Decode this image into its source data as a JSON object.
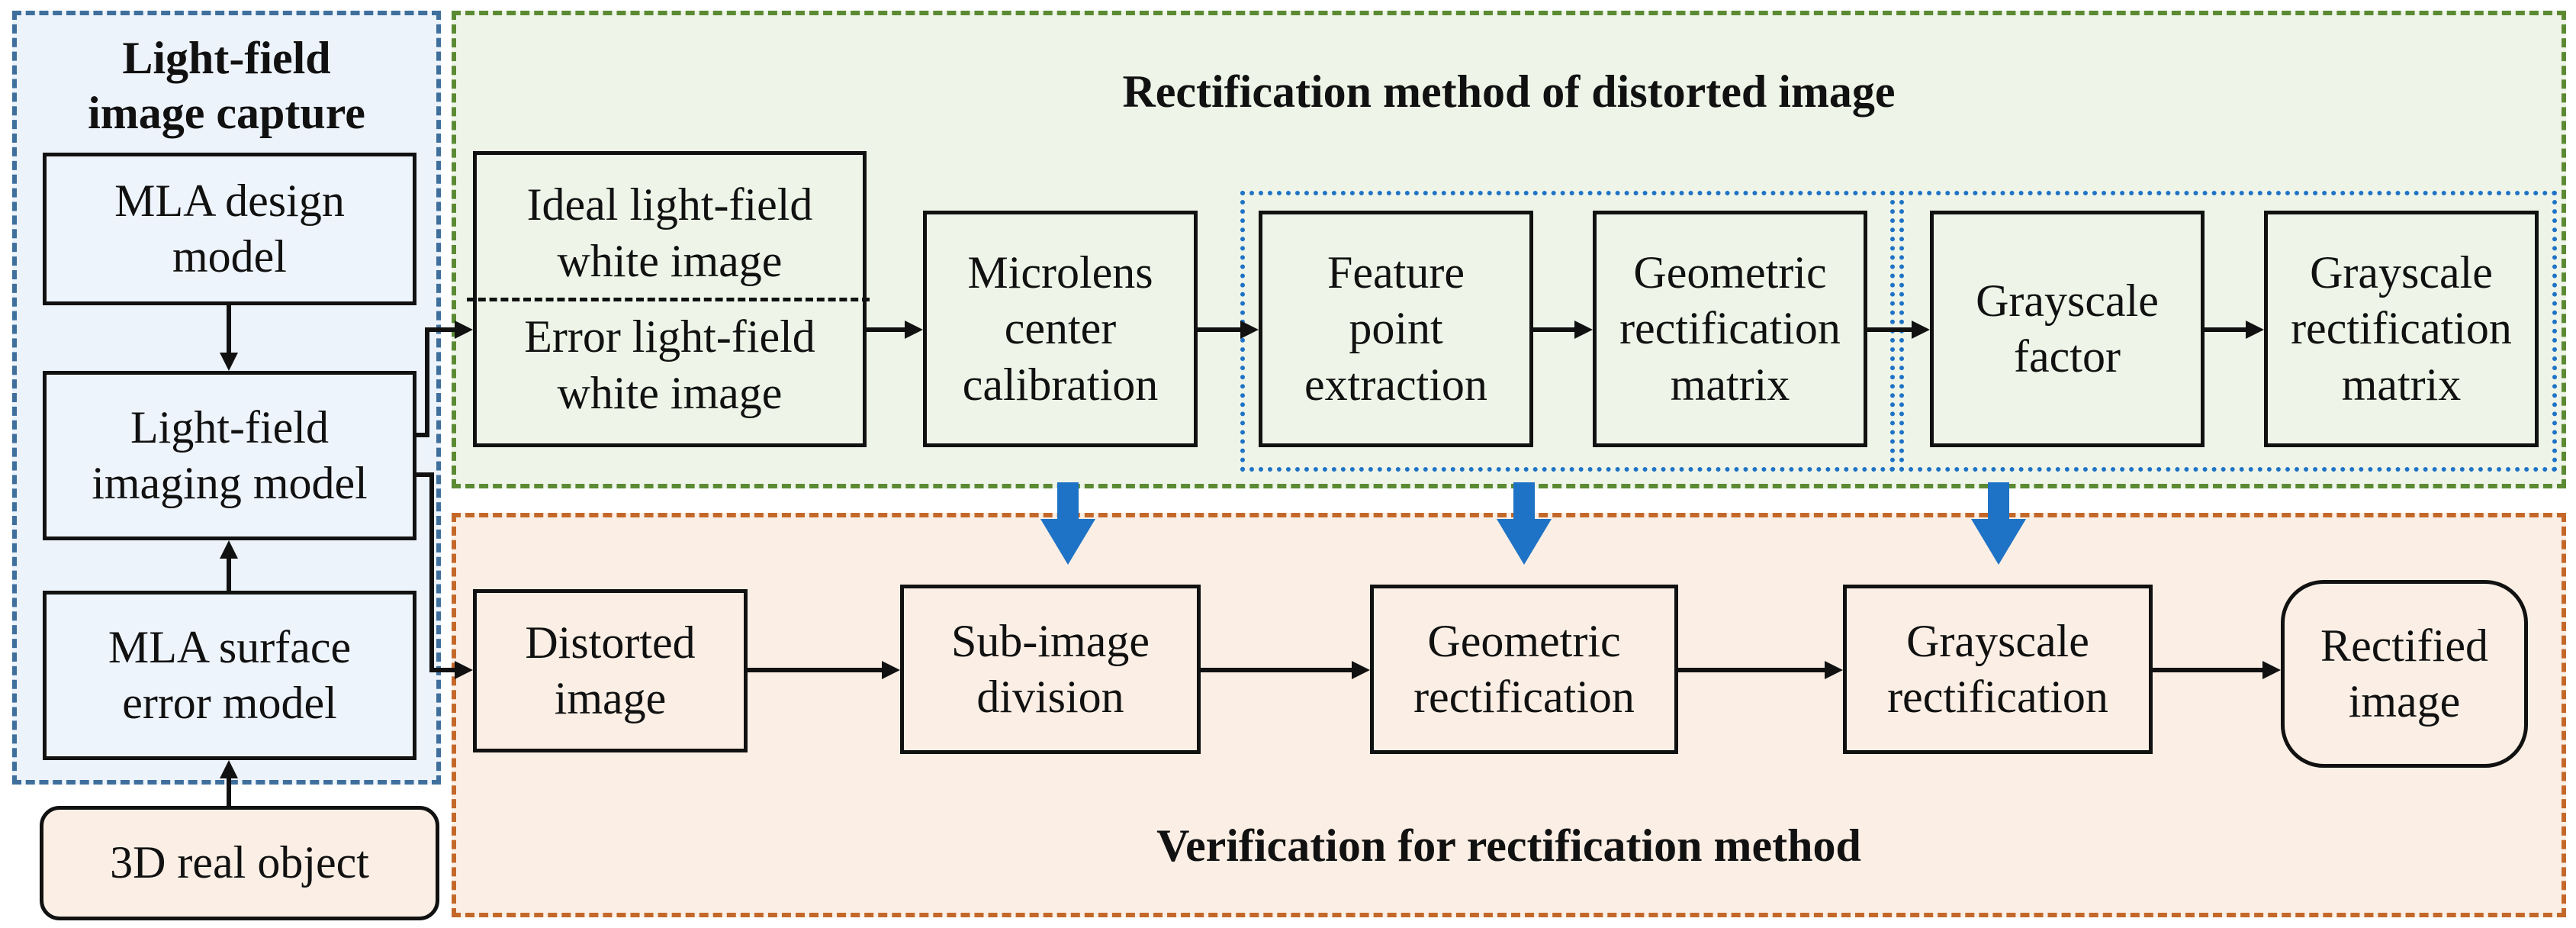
{
  "capture": {
    "title": [
      "Light-field",
      "image capture"
    ],
    "mla_design": [
      "MLA design",
      "model"
    ],
    "imaging_model": [
      "Light-field",
      "imaging model"
    ],
    "surface_error": [
      "MLA surface",
      "error model"
    ],
    "real_object": "3D real object"
  },
  "rectification": {
    "title": "Rectification method of distorted image",
    "ideal_white": [
      "Ideal light-field",
      "white image"
    ],
    "error_white": [
      "Error light-field",
      "white image"
    ],
    "microlens": [
      "Microlens",
      "center",
      "calibration"
    ],
    "feature_point": [
      "Feature",
      "point",
      "extraction"
    ],
    "geo_matrix": [
      "Geometric",
      "rectification",
      "matrix"
    ],
    "gray_factor": [
      "Grayscale",
      "factor"
    ],
    "gray_matrix": [
      "Grayscale",
      "rectification",
      "matrix"
    ]
  },
  "verification": {
    "title": "Verification for rectification method",
    "distorted": [
      "Distorted",
      "image"
    ],
    "subimage": [
      "Sub-image",
      "division"
    ],
    "geo_rect": [
      "Geometric",
      "rectification"
    ],
    "gray_rect": [
      "Grayscale",
      "rectification"
    ],
    "rectified": [
      "Rectified",
      "image"
    ]
  },
  "colors": {
    "blue_region": "#3f6f9c",
    "green_region": "#5b8a33",
    "orange_region": "#c4682a",
    "dotted_group": "#1f73c6",
    "down_arrow": "#1f73c6"
  }
}
